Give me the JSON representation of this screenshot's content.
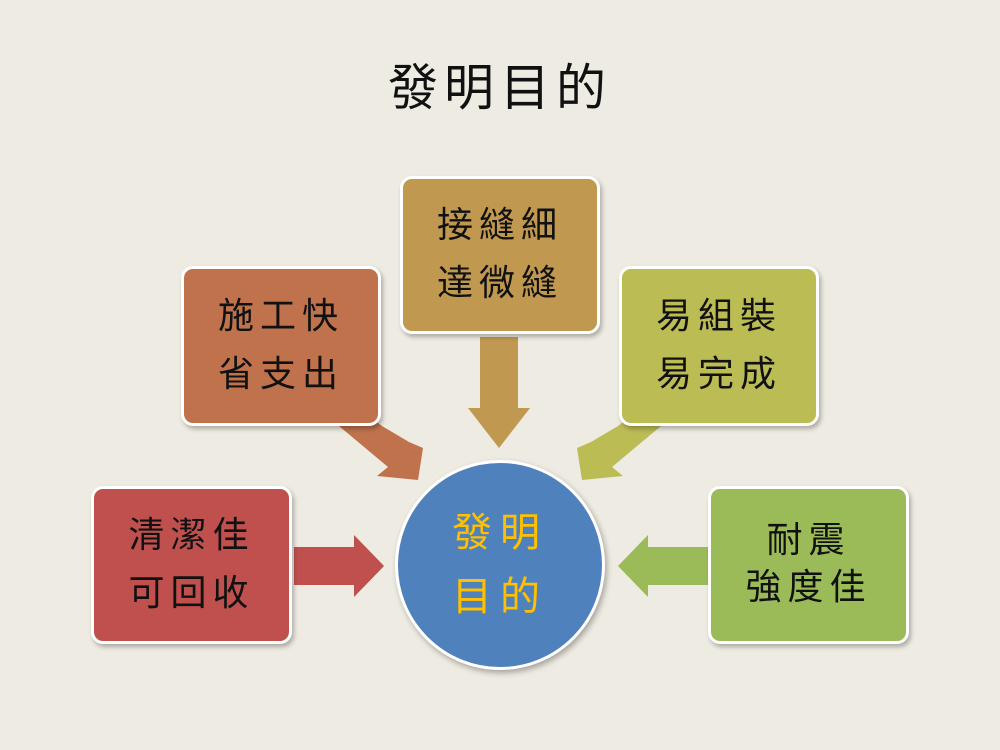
{
  "title": "發明目的",
  "hub": {
    "line1": "發明",
    "line2": "目的",
    "fill": "#4f81bd",
    "text_color": "#ffc000"
  },
  "nodes": {
    "top": {
      "line1": "接縫細",
      "line2": "達微縫",
      "color": "#c0984f"
    },
    "upper_left": {
      "line1": "施工快",
      "line2": "省支出",
      "color": "#c0724c"
    },
    "upper_right": {
      "line1": "易組裝",
      "line2": "易完成",
      "color": "#bcbc55"
    },
    "left": {
      "line1": "清潔佳",
      "line2": "可回收",
      "color": "#c0504d"
    },
    "right": {
      "line1": "耐震",
      "line2": "強度佳",
      "color": "#9bbb59"
    }
  }
}
